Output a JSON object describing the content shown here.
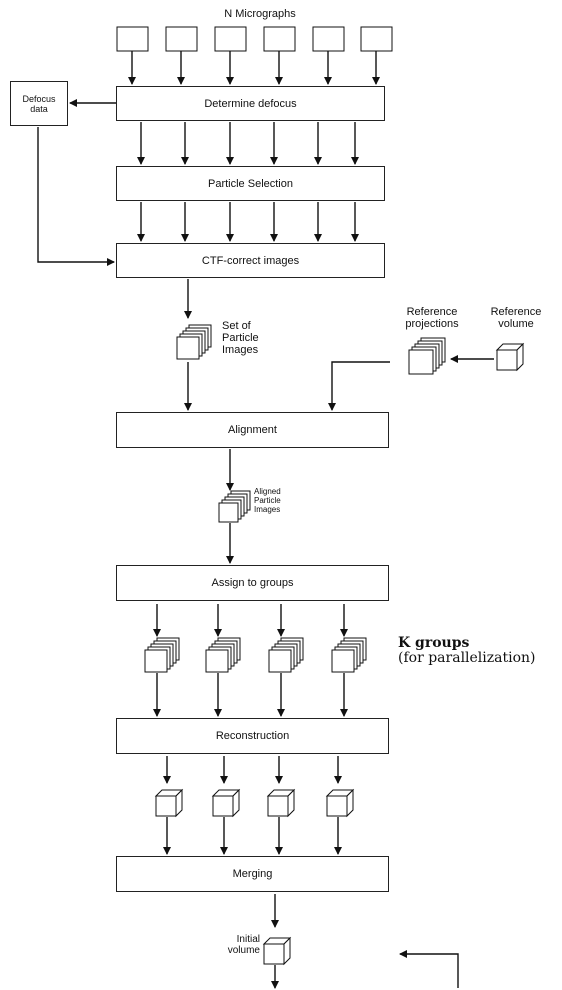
{
  "diagram": {
    "micrographs_label": "N Micrographs",
    "defocus_data": {
      "line1": "Defocus",
      "line2": "data"
    },
    "steps": {
      "determine_defocus": "Determine defocus",
      "particle_selection": "Particle Selection",
      "ctf_correct": "CTF-correct images",
      "alignment": "Alignment",
      "assign_groups": "Assign to groups",
      "reconstruction": "Reconstruction",
      "merging": "Merging"
    },
    "set_of_particles": {
      "line1": "Set of",
      "line2": "Particle",
      "line3": "Images"
    },
    "reference_projections": {
      "line1": "Reference",
      "line2": "projections"
    },
    "reference_volume": {
      "line1": "Reference",
      "line2": "volume"
    },
    "aligned_particles": {
      "line1": "Aligned",
      "line2": "Particle",
      "line3": "Images"
    },
    "k_groups": {
      "title": "K groups",
      "subtitle": "(for parallelization)"
    },
    "initial_volume": {
      "line1": "Initial",
      "line2": "volume"
    }
  }
}
